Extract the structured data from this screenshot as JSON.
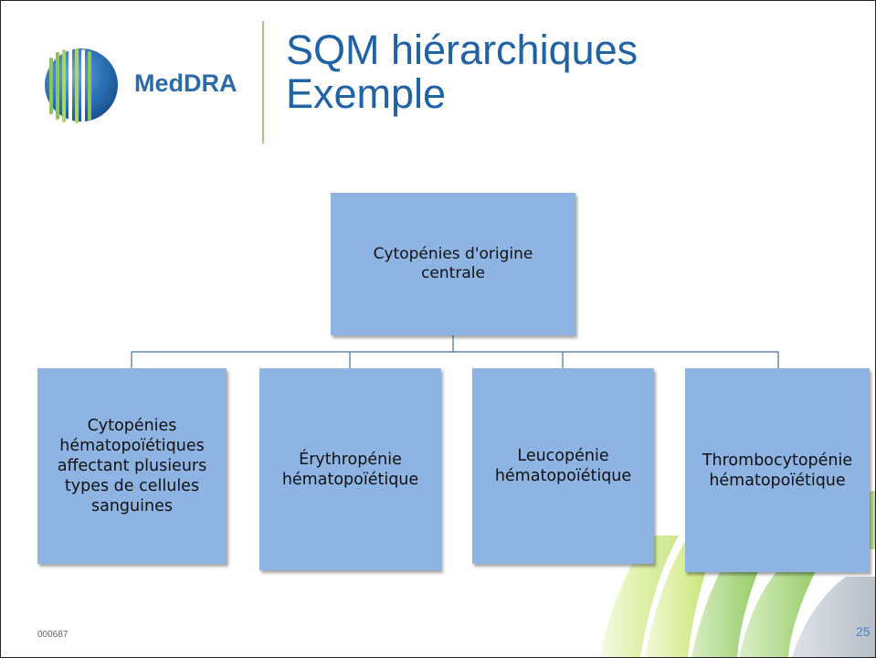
{
  "logo": {
    "text": "MedDRA"
  },
  "title": {
    "line1": "SQM hiérarchiques",
    "line2": "Exemple"
  },
  "diagram": {
    "root": {
      "label": "Cytopénies d'origine centrale"
    },
    "children": [
      {
        "label": "Cytopénies hématopoïétiques affectant plusieurs types de cellules sanguines"
      },
      {
        "label": "Érythropénie hématopoïétique"
      },
      {
        "label": "Leucopénie hématopoïétique"
      },
      {
        "label": "Thrombocytopénie hématopoïétique"
      }
    ]
  },
  "footer": {
    "code": "000687",
    "page": "25"
  },
  "colors": {
    "box_fill": "#8eb4e3",
    "title_blue": "#1f62a6",
    "accent_green": "#9dc97d",
    "connector": "#4a6f9c"
  }
}
